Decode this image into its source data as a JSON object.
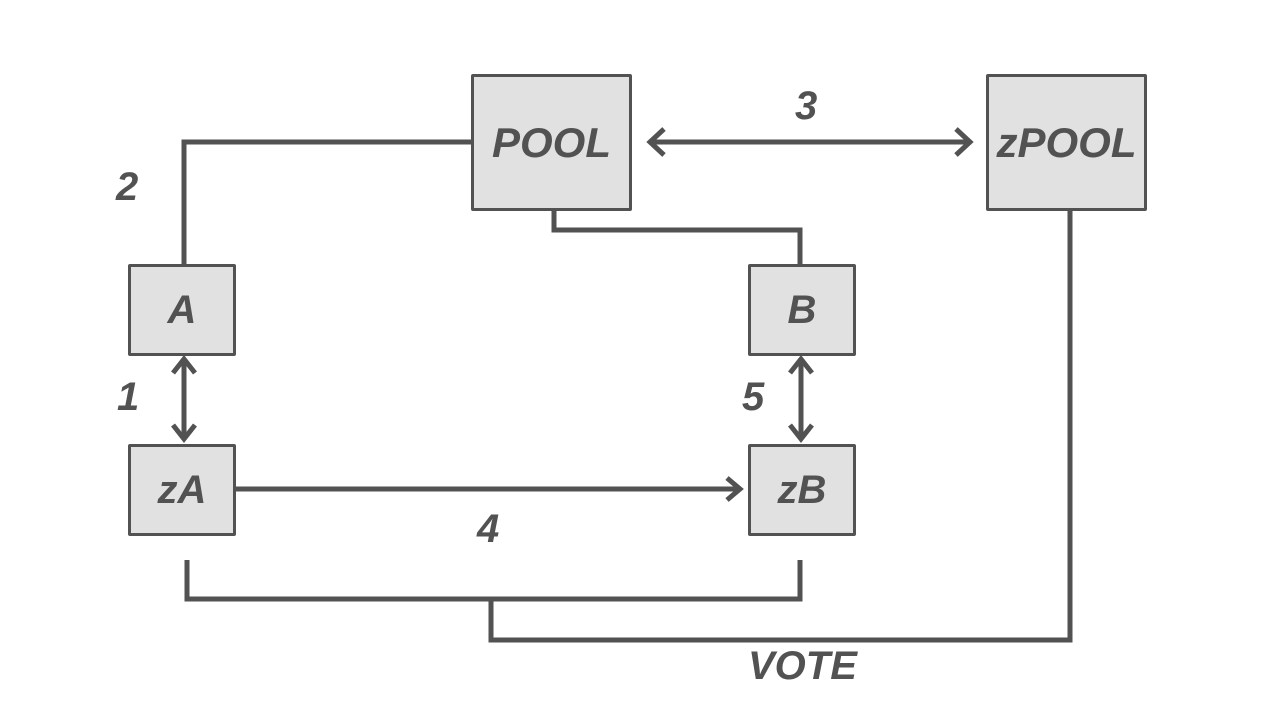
{
  "nodes": {
    "pool": "POOL",
    "zpool": "zPOOL",
    "a": "A",
    "b": "B",
    "za": "zA",
    "zb": "zB"
  },
  "edge_labels": {
    "one": "1",
    "two": "2",
    "three": "3",
    "four": "4",
    "five": "5",
    "vote": "VOTE"
  },
  "colors": {
    "stroke": "#525252",
    "node_fill": "#e1e1e1",
    "background": "#ffffff"
  }
}
